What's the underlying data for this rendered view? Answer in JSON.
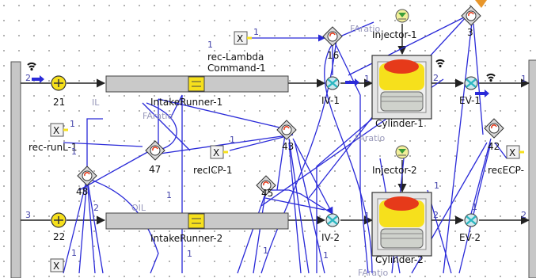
{
  "colors": {
    "wire": "#2a2ad8",
    "pipe": "#c9c9c9",
    "valve": "#2bb6c0",
    "grid_dot": "#7a7a7a",
    "yellow": "#f6e01c",
    "piston": "#cfd2cc",
    "flame": "#e63a1a"
  },
  "components": {
    "sensor_21": "21",
    "sensor_22": "22",
    "intake_runner_1": "IntakeRunner-1",
    "intake_runner_2": "IntakeRunner-2",
    "rec_lambda_line1": "rec-Lambda",
    "rec_lambda_line2": "Command-1",
    "rec_runl": "rec-runL-1",
    "rec_icp": "recICP-1",
    "rec_ecp": "recECP-",
    "ctrl_16": "16",
    "ctrl_47": "47",
    "ctrl_48": "48",
    "ctrl_43": "43",
    "ctrl_45": "45",
    "ctrl_42": "42",
    "ctrl_3": "3",
    "iv_1": "IV-1",
    "iv_2": "IV-2",
    "ev_1": "EV-1",
    "ev_2": "EV-2",
    "cylinder_1": "Cylinder-1",
    "cylinder_2": "Cylinder-2",
    "injector_1": "Injector-1",
    "injector_2": "Injector-2"
  },
  "port_labels": {
    "p2": "2",
    "p3": "3",
    "p1a": "1",
    "p1b": "1",
    "p1c": "1",
    "p2c": "2",
    "p1d": "1",
    "p2d": "2",
    "p2e": "2",
    "p1e": "1",
    "p1f": "1",
    "p1g": "1",
    "p1h": "1",
    "p1i": "1",
    "p1j": "1",
    "p1k": "1",
    "p2k": "2",
    "p1l": "1",
    "p1m": "1",
    "p1n": "1",
    "p1o": "1",
    "il": "IL",
    "oil": "OIL",
    "faratio1": "FAratio",
    "faratio2": "FAratio",
    "faratio3": "FAratio",
    "faratio4": "FAratio"
  },
  "icons": [
    "wireless-icon",
    "sensor-icon",
    "controller-icon",
    "signal-icon",
    "valve-icon",
    "cylinder-icon",
    "injector-icon"
  ]
}
